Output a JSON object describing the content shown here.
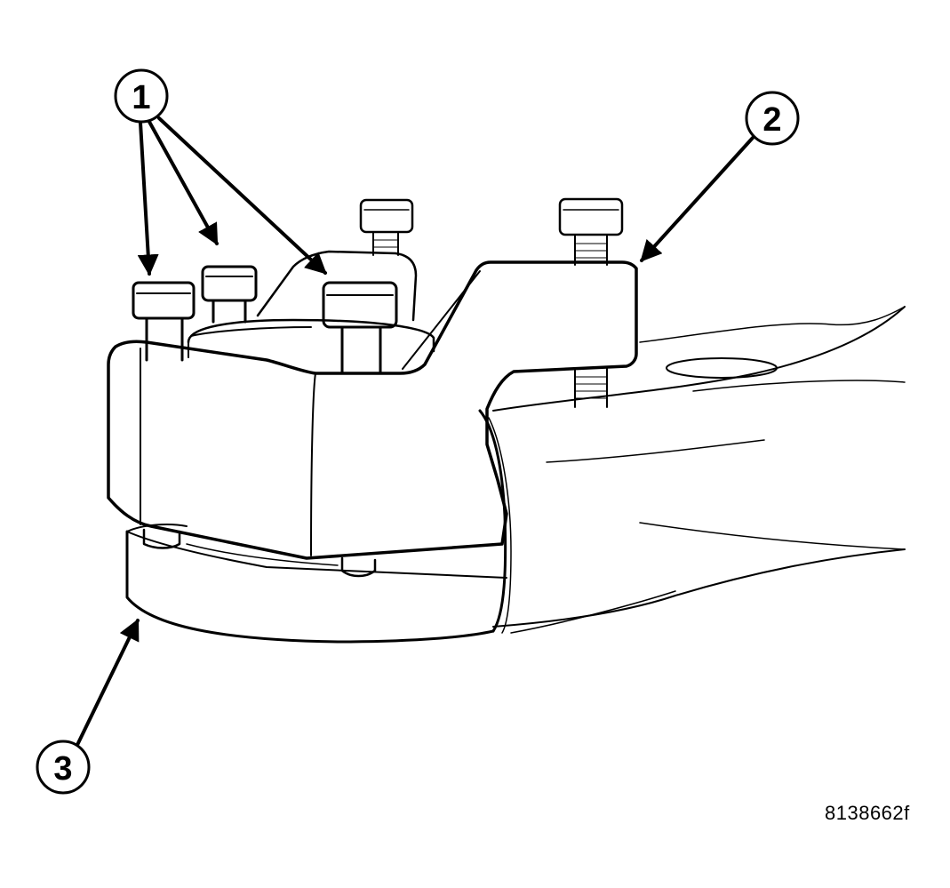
{
  "figure_id": "8138662f",
  "callouts": [
    {
      "label": "1"
    },
    {
      "label": "2"
    },
    {
      "label": "3"
    }
  ]
}
